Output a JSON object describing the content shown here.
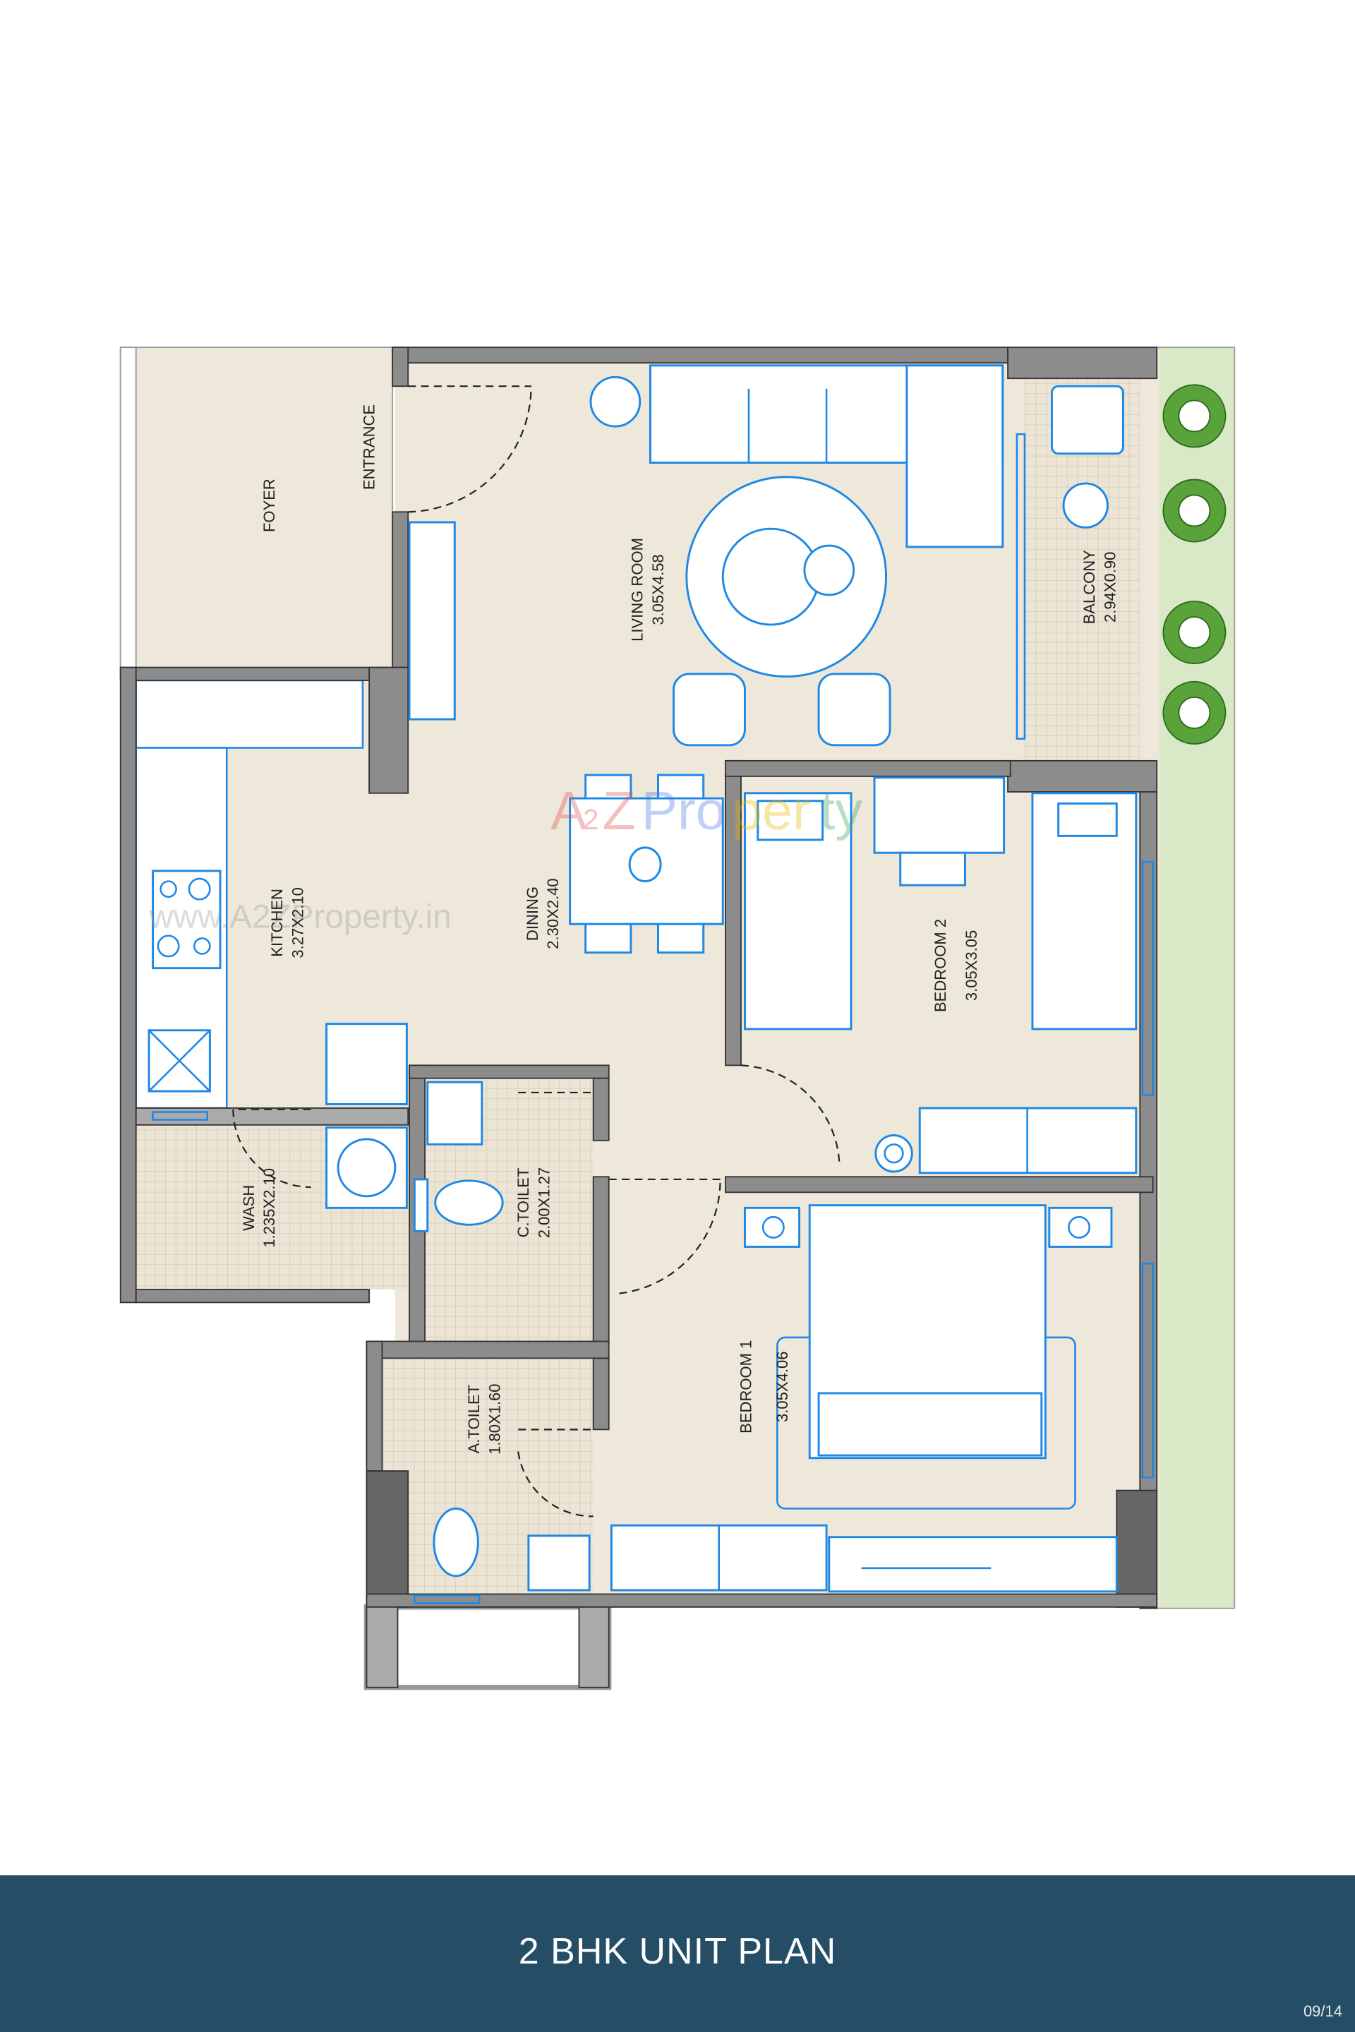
{
  "plan": {
    "rooms": {
      "foyer": {
        "name": "FOYER"
      },
      "entrance": {
        "name": "ENTRANCE"
      },
      "living": {
        "name": "LIVING ROOM",
        "size": "3.05X4.58"
      },
      "balcony": {
        "name": "BALCONY",
        "size": "2.94X0.90"
      },
      "kitchen": {
        "name": "KITCHEN",
        "size": "3.27X2.10"
      },
      "dining": {
        "name": "DINING",
        "size": "2.30X2.40"
      },
      "bedroom2": {
        "name": "BEDROOM 2",
        "size": "3.05X3.05"
      },
      "wash": {
        "name": "WASH",
        "size": "1.235X2.10"
      },
      "ctoilet": {
        "name": "C.TOILET",
        "size": "2.00X1.27"
      },
      "bedroom1": {
        "name": "BEDROOM 1",
        "size": "3.05X4.06"
      },
      "atoilet": {
        "name": "A.TOILET",
        "size": "1.80X1.60"
      }
    },
    "watermark": {
      "logo": "A2Z Property",
      "url": "www.A2ZProperty.in"
    },
    "colors": {
      "floor": "#eee8da",
      "wall": "#8c8c8c",
      "furniture": "#1e88e5",
      "garden": "#d9e8c6",
      "footer": "#254d65"
    }
  },
  "footer": {
    "title": "2 BHK UNIT PLAN",
    "page": "09/14"
  }
}
